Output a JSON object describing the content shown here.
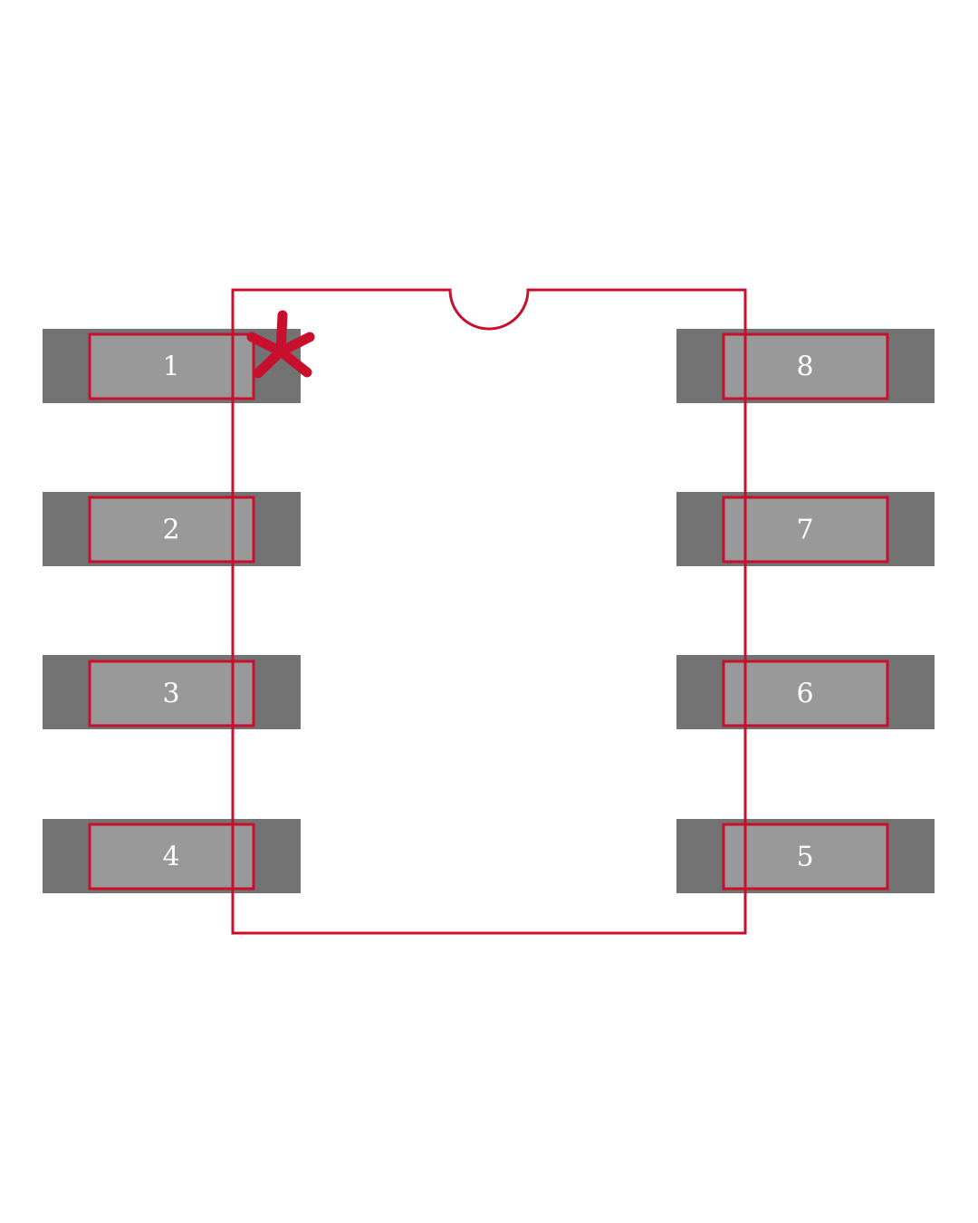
{
  "colors": {
    "pad_outer": "#737373",
    "pad_inner": "#999999",
    "outline": "#c8102e",
    "label": "#ffffff",
    "background": "#ffffff"
  },
  "pin1_marker": "*",
  "pins": [
    {
      "label": "1"
    },
    {
      "label": "2"
    },
    {
      "label": "3"
    },
    {
      "label": "4"
    },
    {
      "label": "5"
    },
    {
      "label": "6"
    },
    {
      "label": "7"
    },
    {
      "label": "8"
    }
  ]
}
